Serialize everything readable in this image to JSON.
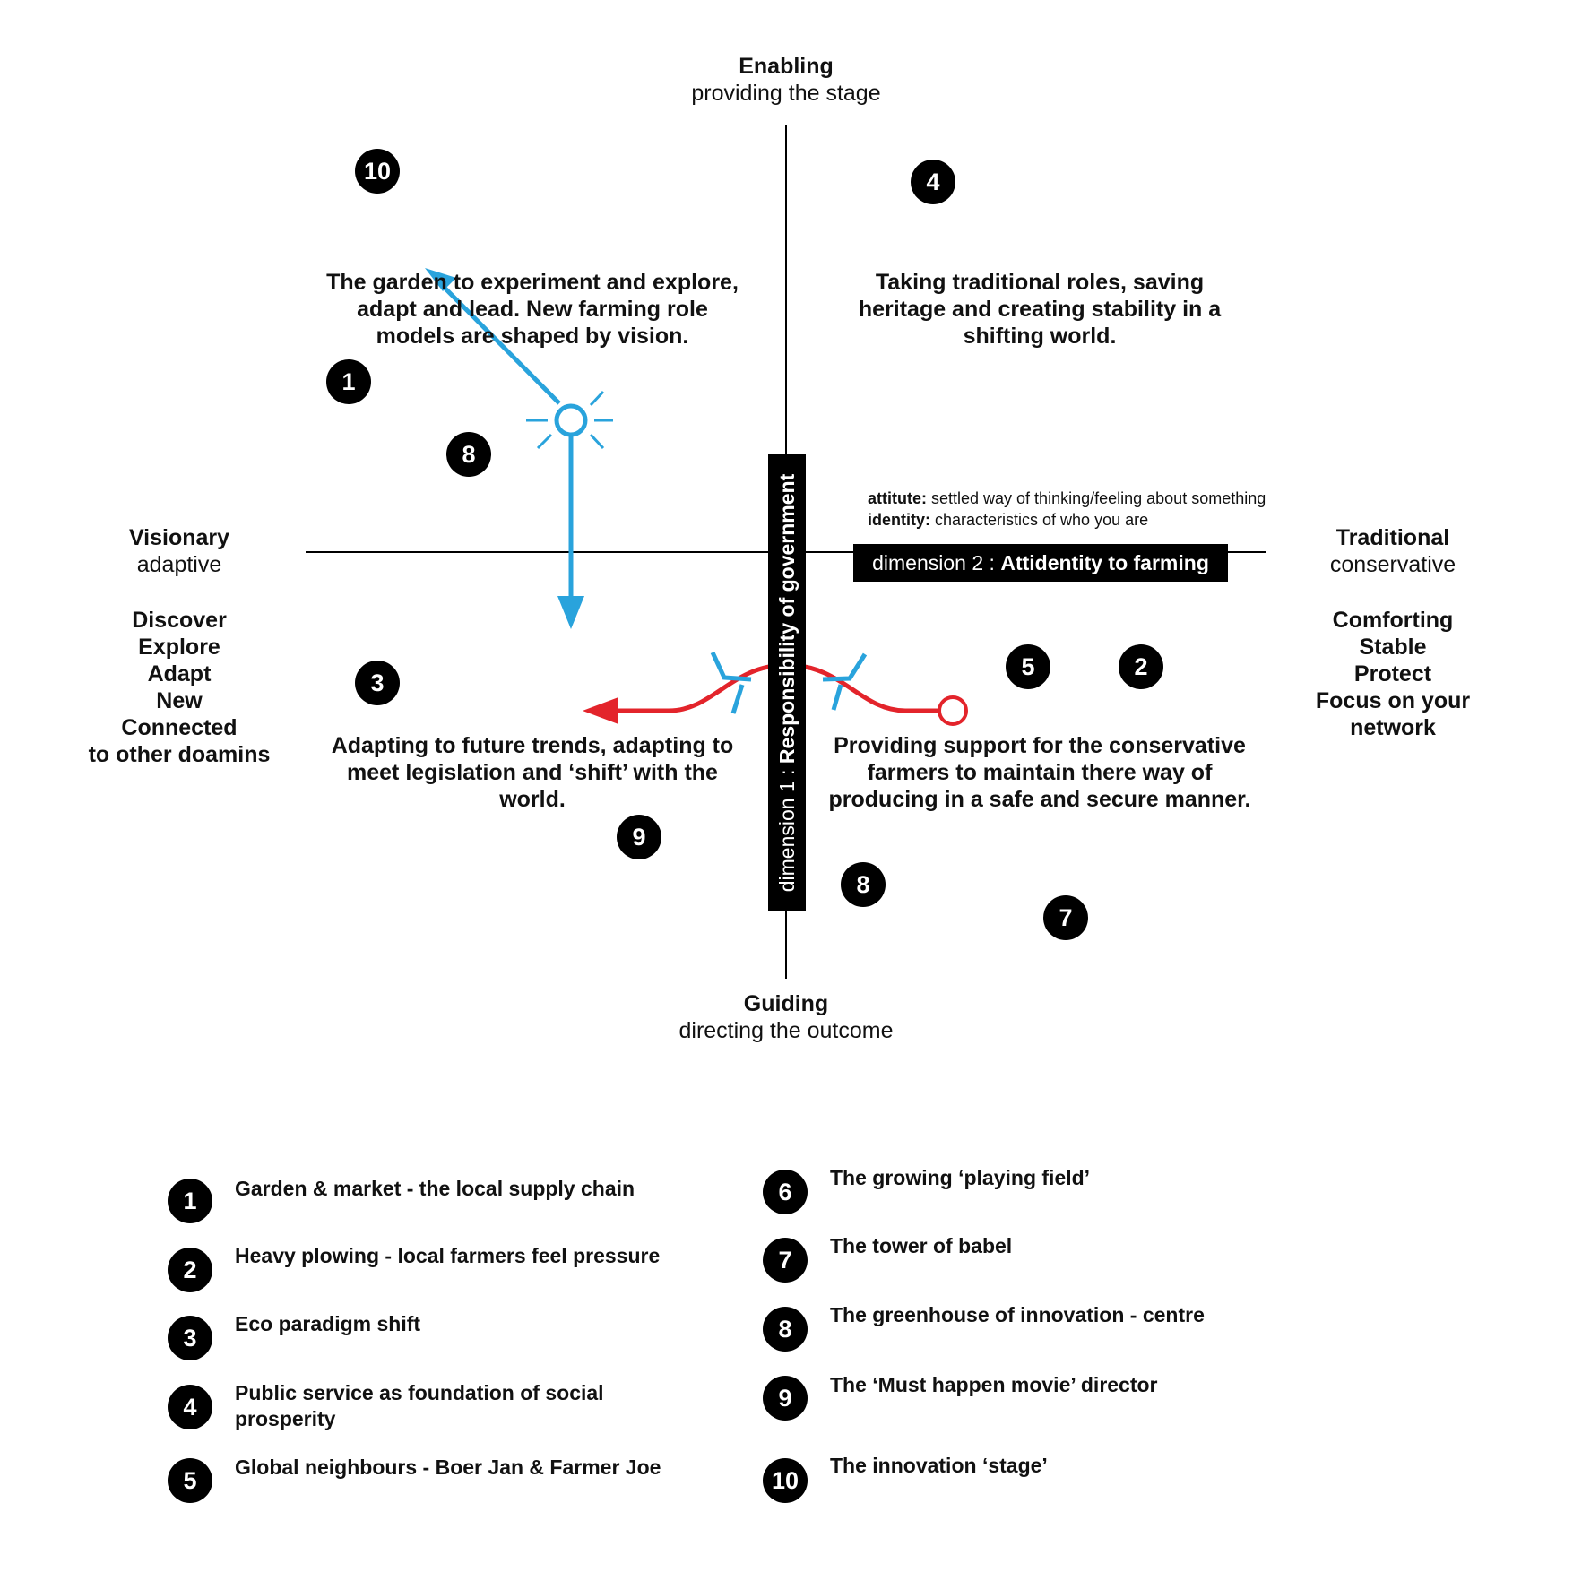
{
  "axes": {
    "top": {
      "title": "Enabling",
      "subtitle": "providing the stage"
    },
    "bottom": {
      "title": "Guiding",
      "subtitle": "directing the outcome"
    },
    "left": {
      "title": "Visionary",
      "subtitle": "adaptive",
      "keywords": [
        "Discover",
        "Explore",
        "Adapt",
        "New",
        "Connected",
        "to other doamins"
      ]
    },
    "right": {
      "title": "Traditional",
      "subtitle": "conservative",
      "keywords": [
        "Comforting",
        "Stable",
        "Protect",
        "Focus on your",
        "network"
      ]
    }
  },
  "dimensions": {
    "dim1_prefix": "dimension 1 : ",
    "dim1_name": "Responsibility of government",
    "dim2_prefix": "dimension 2 : ",
    "dim2_name": "Attidentity to farming"
  },
  "definitions": {
    "attitude_term": "attitute:",
    "attitude_def": " settled way of thinking/feeling about something",
    "identity_term": "identity:",
    "identity_def": " characteristics of who you are"
  },
  "quadrants": {
    "top_left": [
      "The garden to experiment and explore,",
      "adapt and lead. New farming role",
      "models are shaped by vision."
    ],
    "top_right": [
      "Taking traditional roles, saving",
      "heritage and creating stability in a",
      "shifting world."
    ],
    "bottom_left": [
      "Adapting to future trends, adapting to",
      "meet legislation and ‘shift’ with the",
      "world."
    ],
    "bottom_right": [
      "Providing support for the conservative",
      "farmers to maintain there way of",
      "producing in a safe and secure manner."
    ]
  },
  "scenario_markers": [
    "10",
    "4",
    "1",
    "8",
    "3",
    "5",
    "2",
    "9",
    "8",
    "7"
  ],
  "legend": [
    {
      "num": "1",
      "label": "Garden & market - the local supply chain"
    },
    {
      "num": "2",
      "label": "Heavy plowing - local farmers feel pressure"
    },
    {
      "num": "3",
      "label": "Eco paradigm shift"
    },
    {
      "num": "4",
      "label": "Public service as foundation of social prosperity"
    },
    {
      "num": "5",
      "label": "Global neighbours - Boer Jan & Farmer Joe"
    },
    {
      "num": "6",
      "label": "The growing ‘playing field’"
    },
    {
      "num": "7",
      "label": "The tower of babel"
    },
    {
      "num": "8",
      "label": "The greenhouse of innovation - centre"
    },
    {
      "num": "9",
      "label": "The ‘Must happen movie’ director"
    },
    {
      "num": "10",
      "label": "The innovation ‘stage’"
    }
  ],
  "colors": {
    "blue_arrow": "#29a3dc",
    "red_arrow": "#e3242b",
    "ink": "#000000"
  }
}
